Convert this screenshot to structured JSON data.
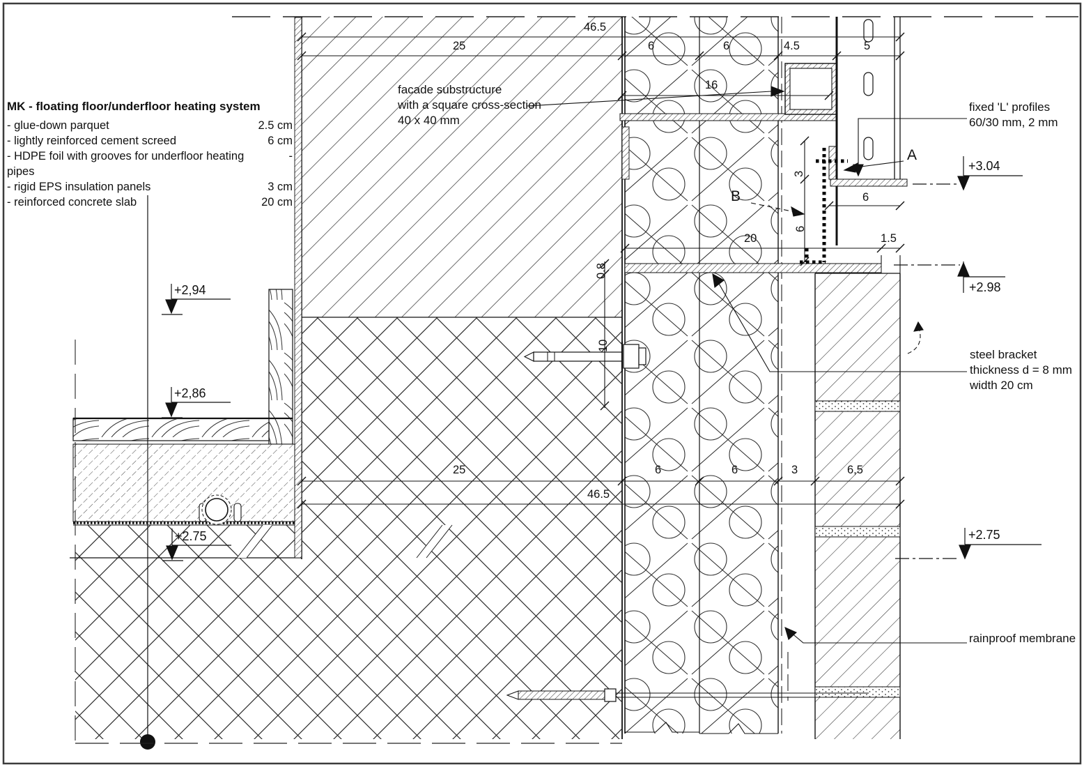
{
  "legend": {
    "title": "MK - floating floor/underfloor heating system",
    "items": [
      {
        "label": "- glue-down parquet",
        "value": "2.5 cm"
      },
      {
        "label": "- lightly reinforced cement screed",
        "value": "6 cm"
      },
      {
        "label": "- HDPE foil with grooves for underfloor heating pipes",
        "value": "-"
      },
      {
        "label": "- rigid EPS insulation panels",
        "value": "3 cm"
      },
      {
        "label": "- reinforced concrete slab",
        "value": "20 cm"
      }
    ]
  },
  "labels": {
    "facade_1": "facade substructure",
    "facade_2": "with a square cross-section",
    "facade_3": "40 x 40 mm",
    "fixedl_1": "fixed 'L' profiles",
    "fixedl_2": "60/30 mm, 2 mm",
    "bracket_1": "steel bracket",
    "bracket_2": "thickness d = 8 mm",
    "bracket_3": "width 20 cm",
    "membrane": "rainproof membrane",
    "detail_a": "A",
    "detail_b": "B"
  },
  "elevations": {
    "left_1": "+2,94",
    "left_2": "+2,86",
    "left_3": "+2.75",
    "right_1": "+3.04",
    "right_2": "+2.98",
    "right_3": "+2.75"
  },
  "dims": {
    "top_total": "46.5",
    "top_wall": "25",
    "top_ins1": "6",
    "top_ins2": "6",
    "top_gap": "4.5",
    "top_profile": "5",
    "tube_offset": "16",
    "mid_wall": "25",
    "mid_ins1": "6",
    "mid_ins2": "6",
    "mid_gap": "3",
    "mid_brick": "6,5",
    "mid_total": "46.5",
    "bracket_width": "20",
    "brick_edge": "1.5",
    "leg": "6",
    "v_upper": "3",
    "v_lower": "6",
    "plate_thk": "0.8",
    "anchor_off": "10"
  }
}
